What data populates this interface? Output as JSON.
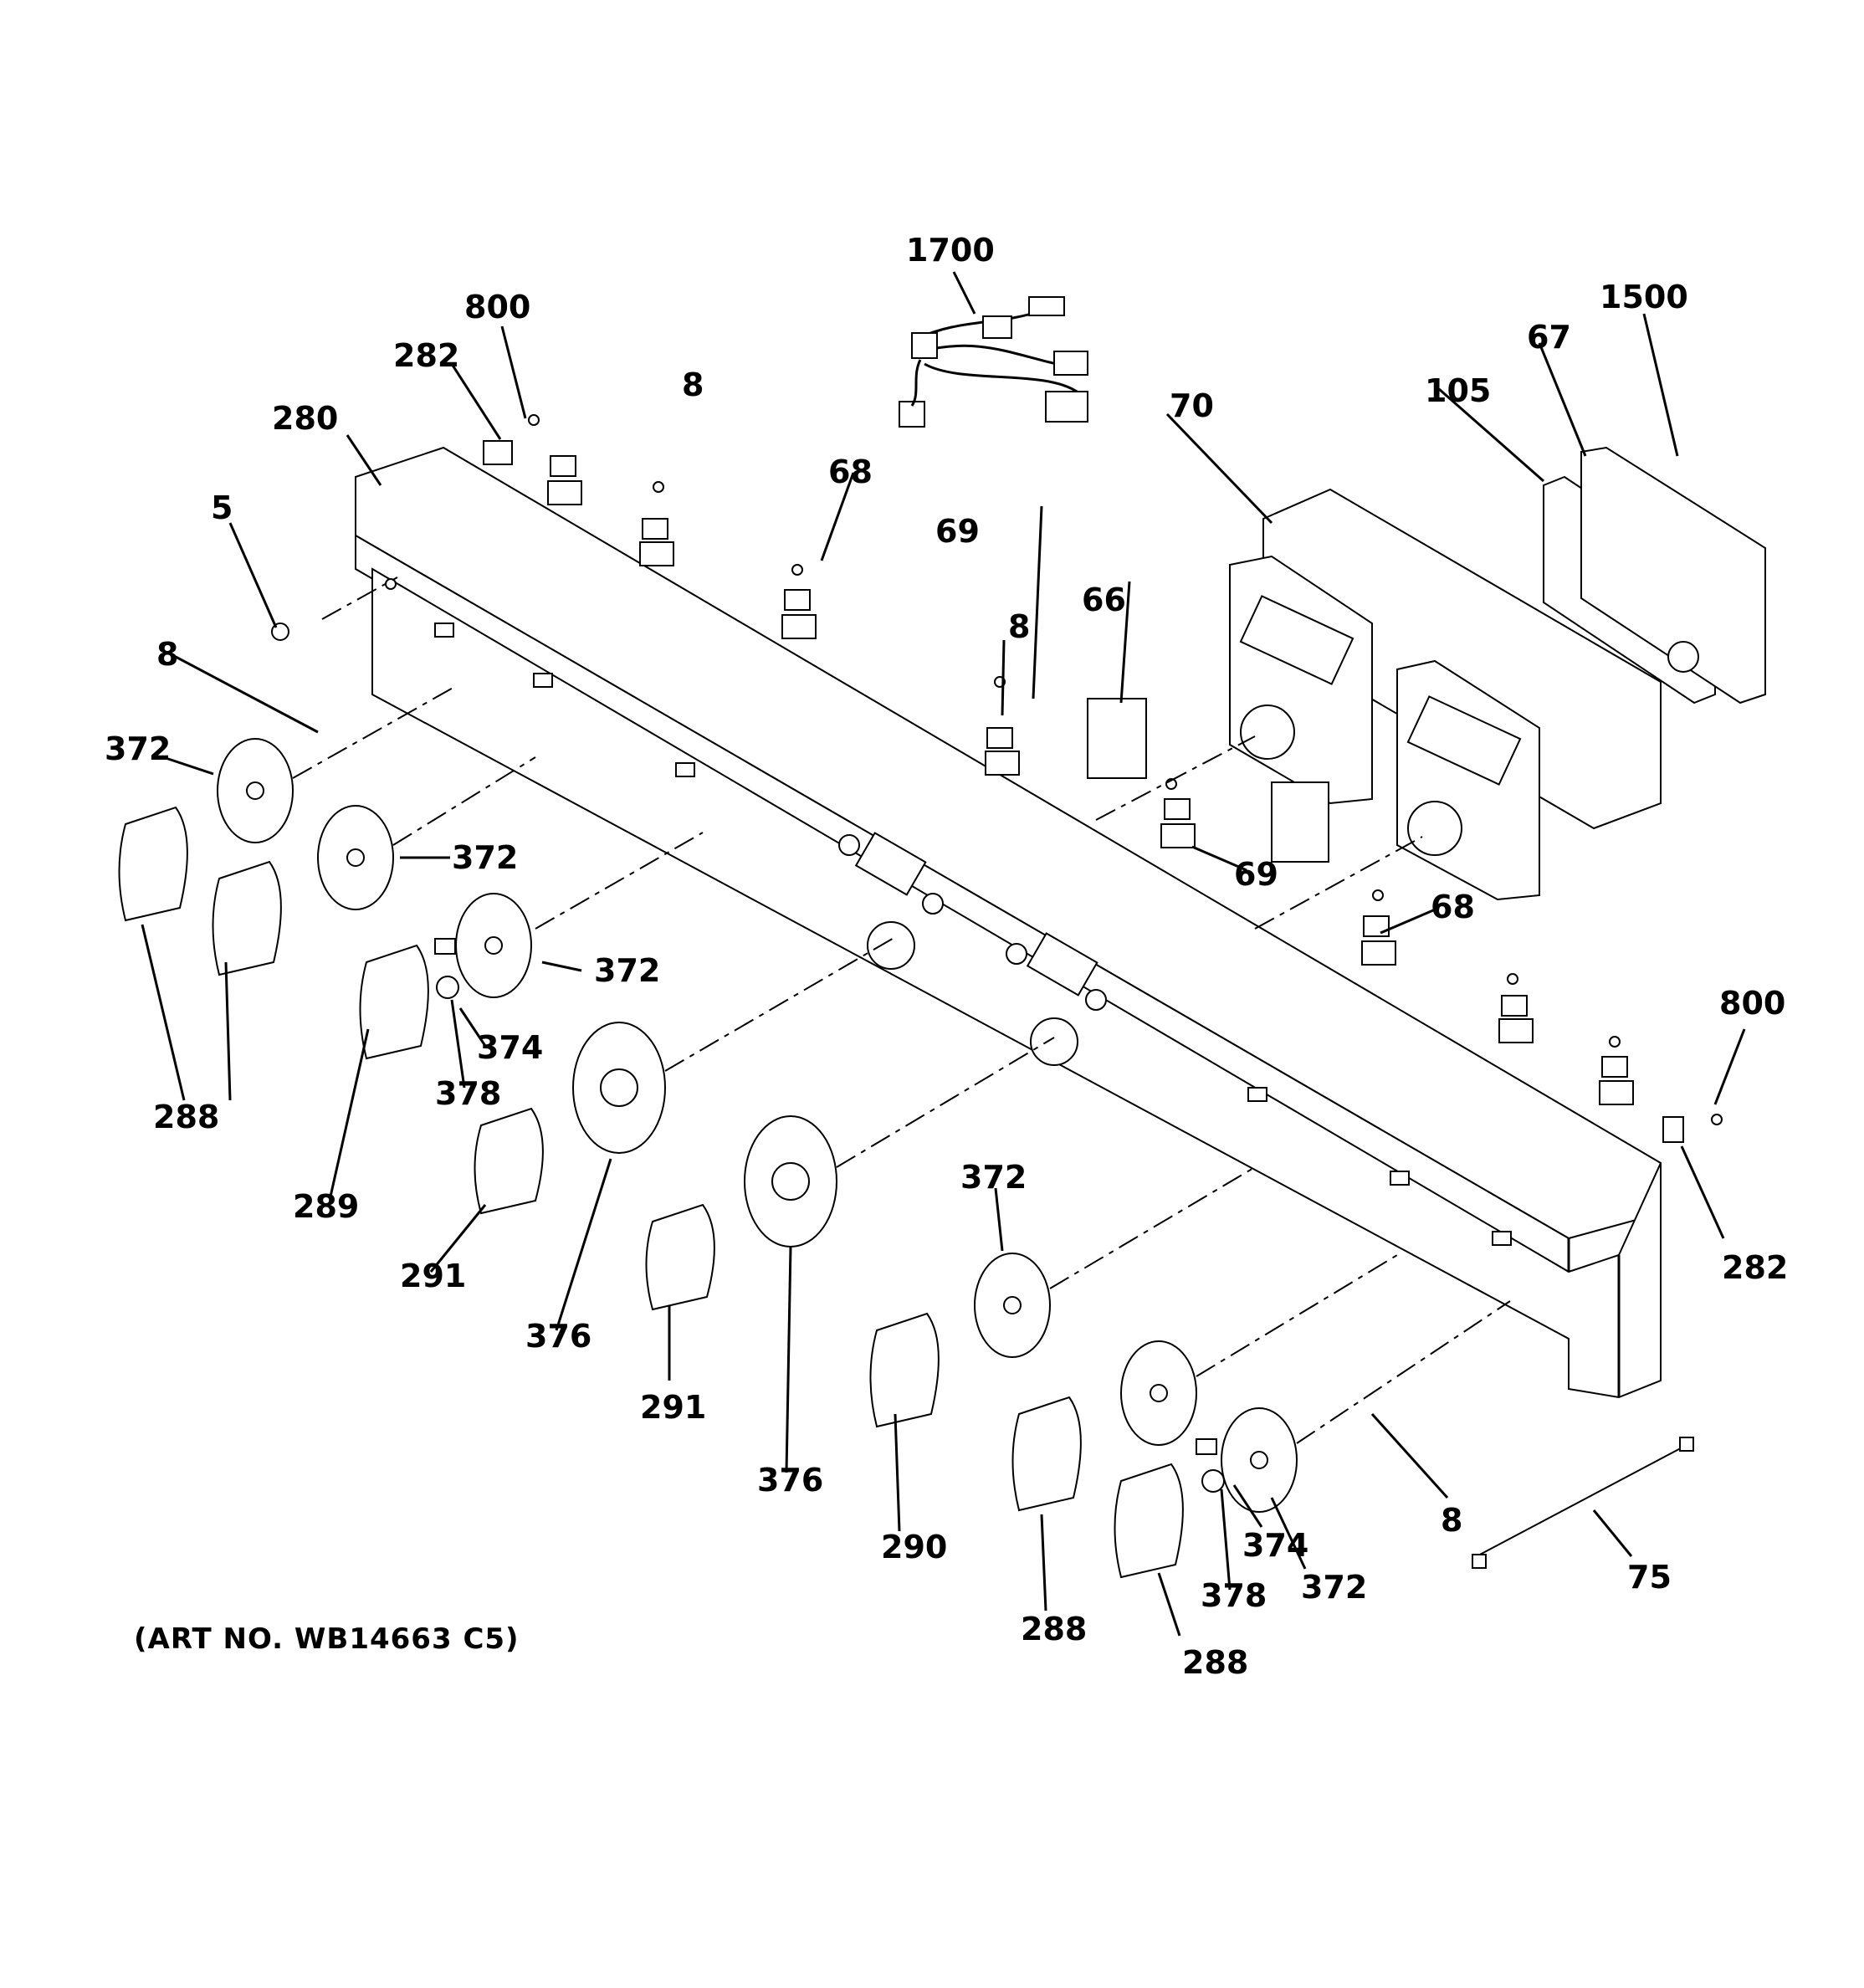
{
  "caption": "(ART NO. WB14663 C5)",
  "callouts": [
    {
      "id": "c1700",
      "label": "1700"
    },
    {
      "id": "c800a",
      "label": "800"
    },
    {
      "id": "c282a",
      "label": "282"
    },
    {
      "id": "c280",
      "label": "280"
    },
    {
      "id": "c5",
      "label": "5"
    },
    {
      "id": "c8a",
      "label": "8"
    },
    {
      "id": "c8b",
      "label": "8"
    },
    {
      "id": "c68a",
      "label": "68"
    },
    {
      "id": "c69a",
      "label": "69"
    },
    {
      "id": "c8c",
      "label": "8"
    },
    {
      "id": "c66",
      "label": "66"
    },
    {
      "id": "c70",
      "label": "70"
    },
    {
      "id": "c105",
      "label": "105"
    },
    {
      "id": "c67",
      "label": "67"
    },
    {
      "id": "c1500",
      "label": "1500"
    },
    {
      "id": "c372a",
      "label": "372"
    },
    {
      "id": "c372b",
      "label": "372"
    },
    {
      "id": "c372c",
      "label": "372"
    },
    {
      "id": "c374a",
      "label": "374"
    },
    {
      "id": "c378a",
      "label": "378"
    },
    {
      "id": "c288a",
      "label": "288"
    },
    {
      "id": "c289",
      "label": "289"
    },
    {
      "id": "c291a",
      "label": "291"
    },
    {
      "id": "c376a",
      "label": "376"
    },
    {
      "id": "c291b",
      "label": "291"
    },
    {
      "id": "c376b",
      "label": "376"
    },
    {
      "id": "c69b",
      "label": "69"
    },
    {
      "id": "c68b",
      "label": "68"
    },
    {
      "id": "c800b",
      "label": "800"
    },
    {
      "id": "c282b",
      "label": "282"
    },
    {
      "id": "c372d",
      "label": "372"
    },
    {
      "id": "c290",
      "label": "290"
    },
    {
      "id": "c288b",
      "label": "288"
    },
    {
      "id": "c288c",
      "label": "288"
    },
    {
      "id": "c378b",
      "label": "378"
    },
    {
      "id": "c374b",
      "label": "374"
    },
    {
      "id": "c372e",
      "label": "372"
    },
    {
      "id": "c8d",
      "label": "8"
    },
    {
      "id": "c75",
      "label": "75"
    }
  ]
}
